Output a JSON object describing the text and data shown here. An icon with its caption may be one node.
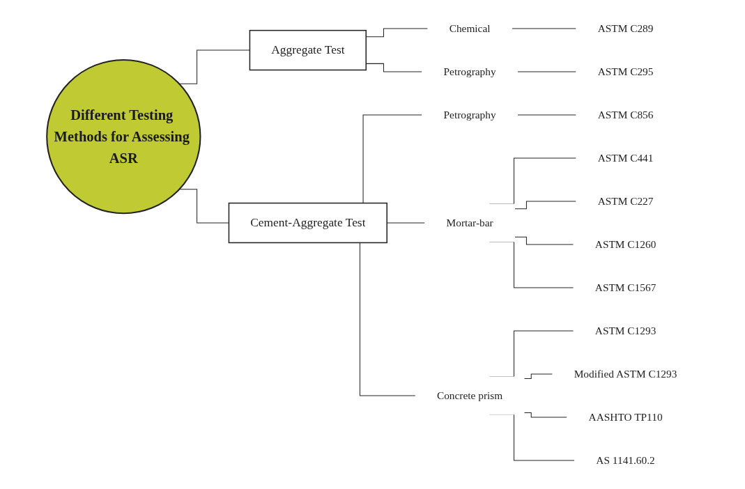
{
  "diagram": {
    "nodes": [
      {
        "text": [
          "Different Testing Methods for Assessing ASR"
        ]
      },
      {
        "text": [
          "Aggregate Test"
        ]
      },
      {
        "text": [
          "Chemical"
        ]
      },
      {
        "text": [
          "ASTM C289"
        ]
      },
      {
        "text": [
          "Petrography"
        ]
      },
      {
        "text": [
          "ASTM C295"
        ]
      },
      {
        "text": [
          "Cement-Aggregate Test"
        ]
      },
      {
        "text": [
          "Petrography"
        ]
      },
      {
        "text": [
          "ASTM C856"
        ]
      },
      {
        "text": [
          "Mortar-bar"
        ]
      },
      {
        "text": [
          "ASTM C441"
        ]
      },
      {
        "text": [
          "ASTM C227"
        ]
      },
      {
        "text": [
          "ASTM C1260"
        ]
      },
      {
        "text": [
          "ASTM C1567"
        ]
      },
      {
        "text": [
          "Concrete prism"
        ]
      },
      {
        "text": [
          "ASTM C1293"
        ]
      },
      {
        "text": [
          "Modified ASTM C1293"
        ]
      },
      {
        "text": [
          "AASHTO TP110"
        ]
      },
      {
        "text": [
          "AS 1141.60.2"
        ]
      }
    ],
    "edges": [
      {
        "from": 0,
        "to": 1,
        "arrow": "none"
      },
      {
        "from": 1,
        "to": 2,
        "arrow": "none"
      },
      {
        "from": 2,
        "to": 3,
        "arrow": "none"
      },
      {
        "from": 1,
        "to": 4,
        "arrow": "none"
      },
      {
        "from": 4,
        "to": 5,
        "arrow": "none"
      },
      {
        "from": 0,
        "to": 6,
        "arrow": "none"
      },
      {
        "from": 6,
        "to": 7,
        "arrow": "none"
      },
      {
        "from": 7,
        "to": 8,
        "arrow": "none"
      },
      {
        "from": 6,
        "to": 9,
        "arrow": "none"
      },
      {
        "from": 9,
        "to": 10,
        "arrow": "none"
      },
      {
        "from": 9,
        "to": 11,
        "arrow": "none"
      },
      {
        "from": 9,
        "to": 12,
        "arrow": "none"
      },
      {
        "from": 9,
        "to": 13,
        "arrow": "none"
      },
      {
        "from": 6,
        "to": 14,
        "arrow": "none"
      },
      {
        "from": 14,
        "to": 15,
        "arrow": "none"
      },
      {
        "from": 14,
        "to": 16,
        "arrow": "none"
      },
      {
        "from": 14,
        "to": 17,
        "arrow": "none"
      },
      {
        "from": 14,
        "to": 18,
        "arrow": "none"
      }
    ]
  }
}
